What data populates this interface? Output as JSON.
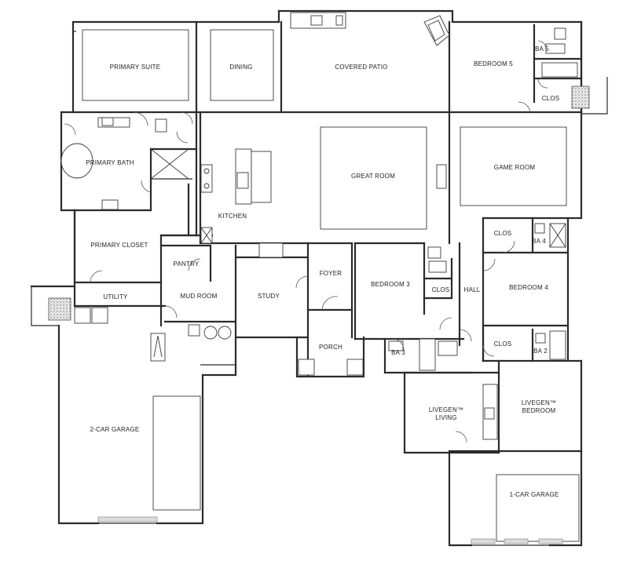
{
  "rooms": {
    "primary_suite": "PRIMARY SUITE",
    "dining": "DINING",
    "covered_patio": "COVERED PATIO",
    "bedroom_5": "BEDROOM 5",
    "ba_5": "BA 5",
    "clos_bed5": "CLOS",
    "primary_bath": "PRIMARY BATH",
    "kitchen": "KITCHEN",
    "great_room": "GREAT ROOM",
    "game_room": "GAME ROOM",
    "primary_closet": "PRIMARY CLOSET",
    "pantry": "PANTRY",
    "foyer": "FOYER",
    "bedroom_3": "BEDROOM 3",
    "clos_bed3": "CLOS",
    "hall": "HALL",
    "clos_bed4": "CLOS",
    "ba_4": "BA 4",
    "bedroom_4": "BEDROOM 4",
    "utility": "UTILITY",
    "mud_room": "MUD ROOM",
    "study": "STUDY",
    "porch": "PORCH",
    "ba_3": "BA 3",
    "clos_ba2": "CLOS",
    "ba_2": "BA 2",
    "garage_2car": "2-CAR GARAGE",
    "livegen_living_1": "LIVEGEN™",
    "livegen_living_2": "LIVING",
    "livegen_bedroom_1": "LIVEGEN™",
    "livegen_bedroom_2": "BEDROOM",
    "garage_1car": "1-CAR GARAGE"
  }
}
